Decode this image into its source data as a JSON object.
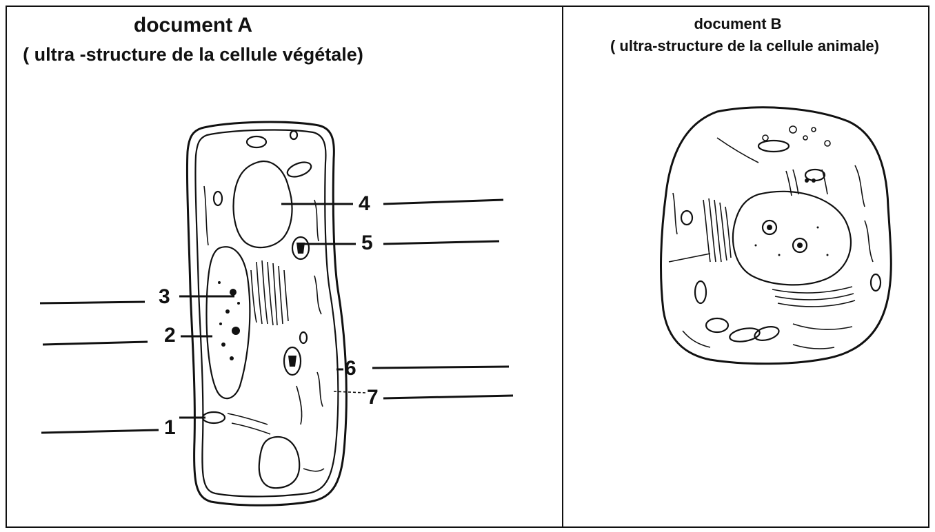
{
  "document_a": {
    "title": "document A",
    "subtitle": "( ultra -structure de la cellule végétale)",
    "labels": [
      {
        "id": "1",
        "text": "1"
      },
      {
        "id": "2",
        "text": "2"
      },
      {
        "id": "3",
        "text": "3"
      },
      {
        "id": "4",
        "text": "4"
      },
      {
        "id": "5",
        "text": "5"
      },
      {
        "id": "6",
        "text": "6"
      },
      {
        "id": "7",
        "text": "7"
      }
    ]
  },
  "document_b": {
    "title": "document B",
    "subtitle": "( ultra-structure de la cellule animale)"
  },
  "colors": {
    "ink": "#111111",
    "background": "#ffffff"
  }
}
